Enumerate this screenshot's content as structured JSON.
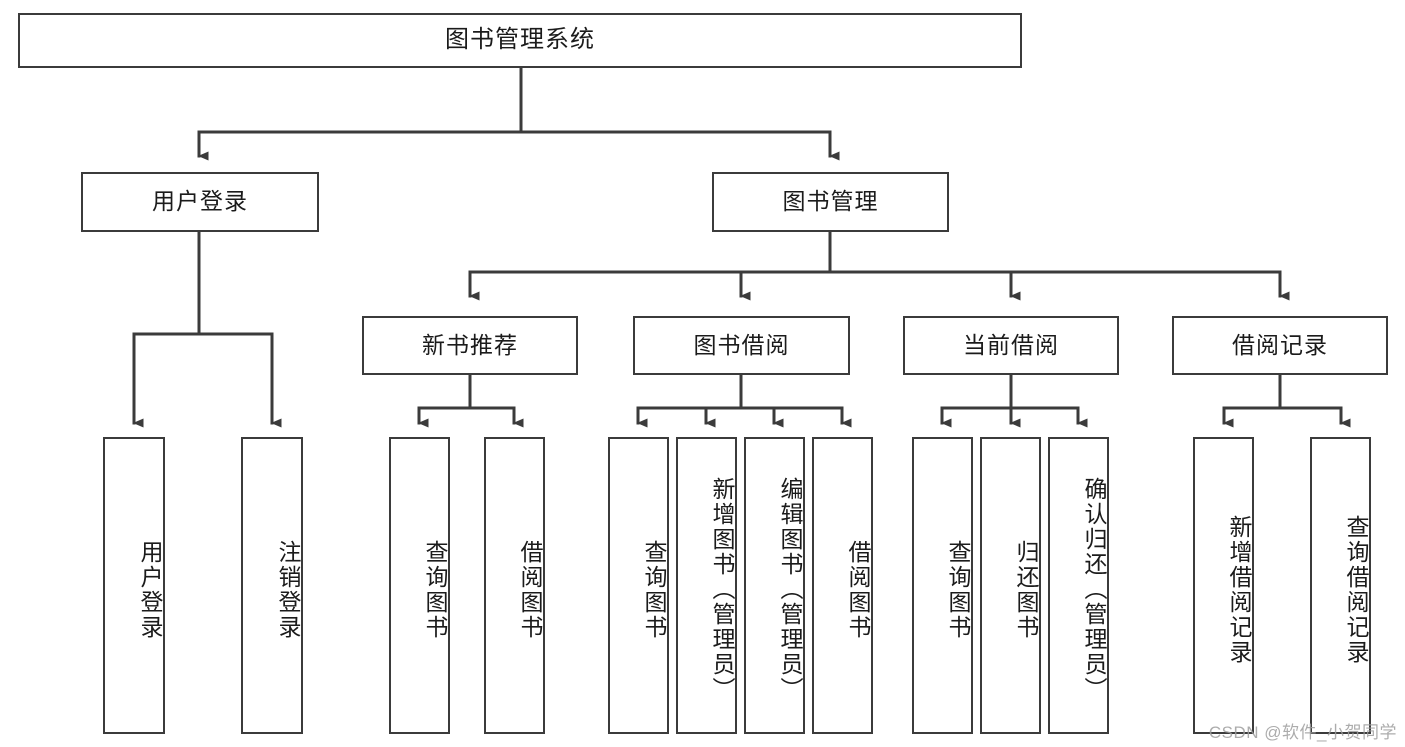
{
  "diagram": {
    "title": "图书管理系统",
    "watermark": "CSDN @软件_小贺同学",
    "colors": {
      "box_border": "#3b3b3b",
      "box_fill": "#ffffff",
      "connector": "#3b3b3b",
      "text": "#1b1b1b",
      "watermark": "#9e9e9e",
      "background": "#ffffff"
    },
    "levels": {
      "root": "图书管理系统",
      "level2": [
        "用户登录",
        "图书管理"
      ],
      "level3": [
        "新书推荐",
        "图书借阅",
        "当前借阅",
        "借阅记录"
      ]
    },
    "nodes": {
      "root": {
        "label": "图书管理系统"
      },
      "user_login": {
        "label": "用户登录"
      },
      "book_manage": {
        "label": "图书管理"
      },
      "new_book_rec": {
        "label": "新书推荐"
      },
      "book_borrow": {
        "label": "图书借阅"
      },
      "current_borrow": {
        "label": "当前借阅"
      },
      "borrow_record": {
        "label": "借阅记录"
      },
      "leaf_user_login": {
        "label": "用户登录"
      },
      "leaf_logout": {
        "label": "注销登录"
      },
      "leaf_query_book_1": {
        "label": "查询图书"
      },
      "leaf_borrow_book_1": {
        "label": "借阅图书"
      },
      "leaf_query_book_2": {
        "label": "查询图书"
      },
      "leaf_add_book": {
        "label": "新增图书（管理员）"
      },
      "leaf_edit_book": {
        "label": "编辑图书（管理员）"
      },
      "leaf_borrow_book_2": {
        "label": "借阅图书"
      },
      "leaf_query_book_3": {
        "label": "查询图书"
      },
      "leaf_return_book": {
        "label": "归还图书"
      },
      "leaf_confirm_return": {
        "label": "确认归还（管理员）"
      },
      "leaf_add_record": {
        "label": "新增借阅记录"
      },
      "leaf_query_record": {
        "label": "查询借阅记录"
      }
    },
    "tree": {
      "图书管理系统": {
        "用户登录": [
          "用户登录",
          "注销登录"
        ],
        "图书管理": {
          "新书推荐": [
            "查询图书",
            "借阅图书"
          ],
          "图书借阅": [
            "查询图书",
            "新增图书（管理员）",
            "编辑图书（管理员）",
            "借阅图书"
          ],
          "当前借阅": [
            "查询图书",
            "归还图书",
            "确认归还（管理员）"
          ],
          "借阅记录": [
            "新增借阅记录",
            "查询借阅记录"
          ]
        }
      }
    }
  }
}
